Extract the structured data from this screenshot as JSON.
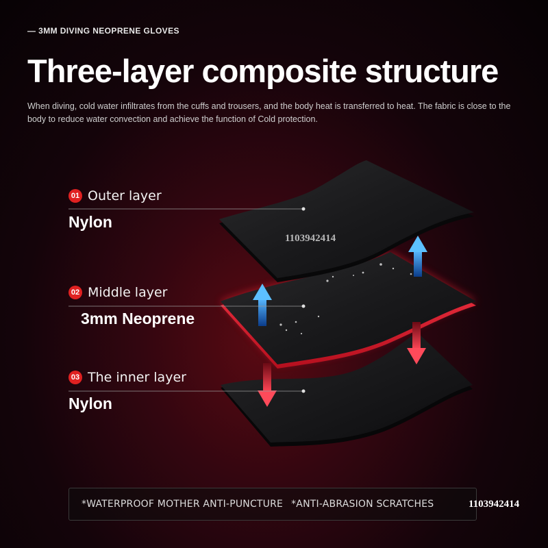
{
  "header": {
    "eyebrow": "— 3MM DIVING NEOPRENE GLOVES",
    "title": "Three-layer composite structure",
    "description": "When diving, cold water infiltrates from the cuffs and trousers, and the body heat is transferred to heat. The fabric is close to the body to reduce water convection and achieve the function of Cold protection."
  },
  "layers": [
    {
      "number": "01",
      "name": "Outer layer",
      "material": "Nylon"
    },
    {
      "number": "02",
      "name": "Middle layer",
      "material": "3mm Neoprene"
    },
    {
      "number": "03",
      "name": "The inner layer",
      "material": "Nylon"
    }
  ],
  "watermark": "1103942414",
  "features": [
    "*WATERPROOF MOTHER ANTI-PUNCTURE",
    "*ANTI-ABRASION SCRATCHES"
  ],
  "colors": {
    "accent_red": "#e02121",
    "arrow_blue": "#3aa0ff",
    "arrow_red": "#ff3a4a",
    "fabric": "#1c1c1e"
  },
  "icons": [
    "number-badge",
    "arrow-up-icon",
    "arrow-down-icon"
  ]
}
